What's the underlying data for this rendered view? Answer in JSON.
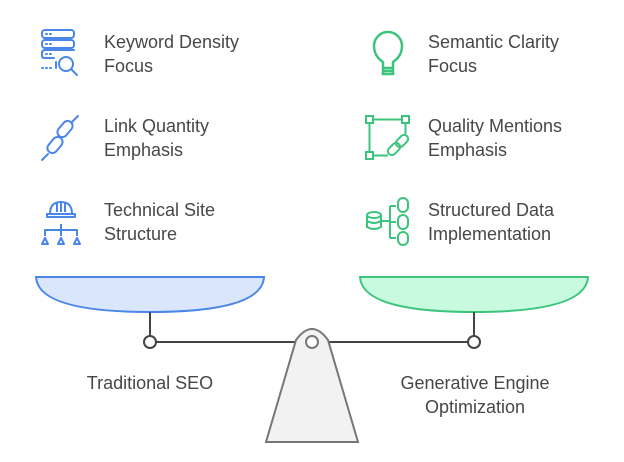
{
  "left": {
    "title": "Traditional SEO",
    "color": "#4a86e8",
    "fill": "#dae6fc",
    "items": [
      {
        "icon": "server-search-icon",
        "line1": "Keyword Density",
        "line2": "Focus"
      },
      {
        "icon": "chain-link-icon",
        "line1": "Link Quantity",
        "line2": "Emphasis"
      },
      {
        "icon": "hardhat-hierarchy-icon",
        "line1": "Technical Site",
        "line2": "Structure"
      }
    ]
  },
  "right": {
    "title_line1": "Generative Engine",
    "title_line2": "Optimization",
    "color": "#3cc47c",
    "fill": "#c8fae0",
    "items": [
      {
        "icon": "lightbulb-icon",
        "line1": "Semantic Clarity",
        "line2": "Focus"
      },
      {
        "icon": "linked-nodes-icon",
        "line1": "Quality Mentions",
        "line2": "Emphasis"
      },
      {
        "icon": "database-structure-icon",
        "line1": "Structured Data",
        "line2": "Implementation"
      }
    ]
  }
}
